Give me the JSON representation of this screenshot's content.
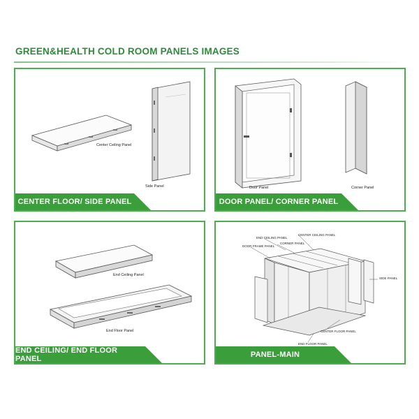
{
  "page": {
    "title": "GREEN&HEALTH COLD ROOM PANELS IMAGES"
  },
  "panels": [
    {
      "label": "CENTER FLOOR/ SIDE PANEL",
      "captions": [
        "Center Ceiling Panel",
        "Side Panel"
      ]
    },
    {
      "label": "DOOR PANEL/ CORNER PANEL",
      "captions": [
        "Door Panel",
        "Corner Panel"
      ]
    },
    {
      "label": "END CEILING/ END FLOOR PANEL",
      "captions": [
        "End Ceiling Panel",
        "End Floor Panel"
      ]
    },
    {
      "label": "PANEL-MAIN",
      "captions": [
        "END CEILING PANEL",
        "CENTER CEILING PANEL",
        "DOOR FRAME PANEL",
        "CORNER PANEL",
        "SIDE PANEL",
        "CENTER FLOOR PANEL",
        "END FLOOR PANEL"
      ]
    }
  ],
  "colors": {
    "accent": "#3a9e3a",
    "title": "#2e8b3a",
    "border": "#4cae4c"
  }
}
